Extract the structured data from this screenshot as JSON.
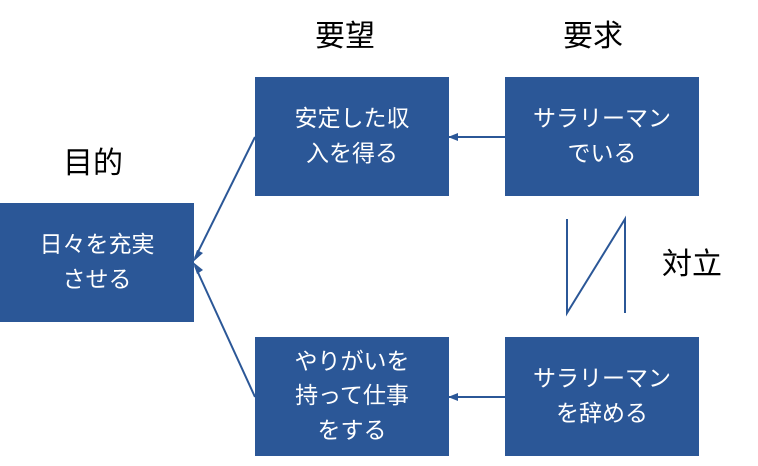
{
  "colors": {
    "box_fill": "#2b5797",
    "box_text": "#ffffff",
    "connector": "#2b5797",
    "conflict_mark": "#2b5797"
  },
  "headings": {
    "purpose": "目的",
    "desire": "要望",
    "requirement": "要求",
    "conflict": "対立"
  },
  "boxes": {
    "goal": "日々を充実\nさせる",
    "need_income": "安定した収\n入を得る",
    "need_fulfillment": "やりがいを\n持って仕事\nをする",
    "want_stay": "サラリーマン\nでいる",
    "want_quit": "サラリーマン\nを辞める"
  }
}
